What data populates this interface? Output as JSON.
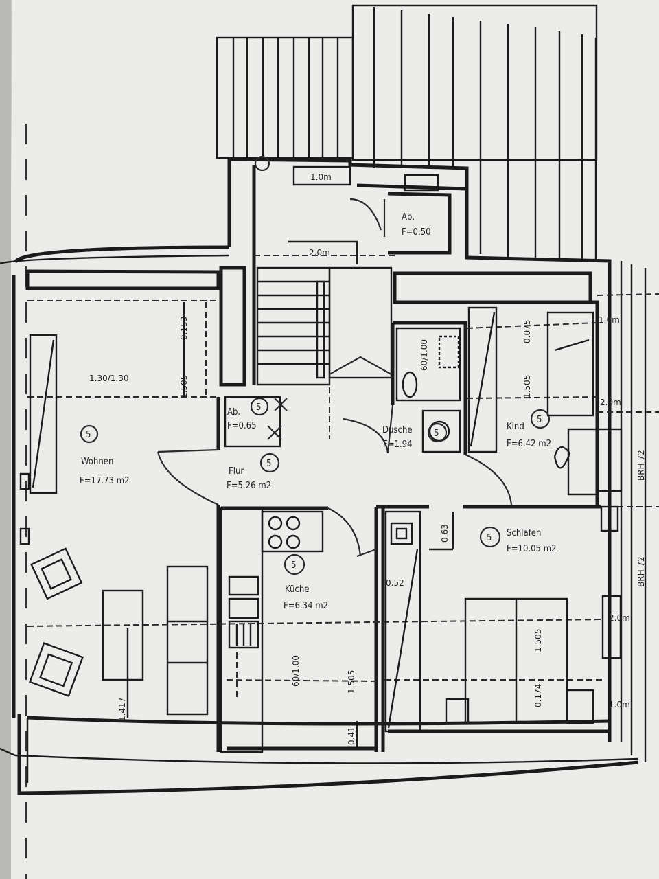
{
  "labels": {
    "wohnen_name": "Wohnen",
    "wohnen_area": "F=17.73 m2",
    "flur_name": "Flur",
    "flur_area": "F=5.26 m2",
    "ab_top_name": "Ab.",
    "ab_top_area": "F=0.50",
    "ab_flur_name": "Ab.",
    "ab_flur_area": "F=0.65",
    "dusche_name": "Dusche",
    "dusche_area": "F=1.94",
    "kind_name": "Kind",
    "kind_area": "F=6.42 m2",
    "schlafen_name": "Schlafen",
    "schlafen_area": "F=10.05 m2",
    "kueche_name": "Küche",
    "kueche_area": "F=6.34 m2"
  },
  "dimensions": {
    "top_width": "1.0m",
    "stair_width": "2.0m",
    "window_wohnen": "1.30/1.30",
    "wohnen_h1": "1.505",
    "wohnen_h2": "0.153",
    "wohnen_low": "1.417",
    "dusche_window": "60/1.00",
    "kind_h1": "1.505",
    "kind_h2": "0.075",
    "kind_right1": "1.0m",
    "kind_right2": "2.0m",
    "brh_top": "BRH 72",
    "brh_bottom": "BRH 72",
    "kueche_window": "60/1.00",
    "kueche_h": "1.505",
    "kueche_small": "0.41",
    "schlafen_dim1": "0.63",
    "schlafen_dim2": "0.52",
    "schlafen_h1": "1.505",
    "schlafen_h2": "0.174",
    "schlafen_right1": "2.0m",
    "schlafen_right2": "1.0m"
  },
  "markers": {
    "floor_code": "5"
  }
}
